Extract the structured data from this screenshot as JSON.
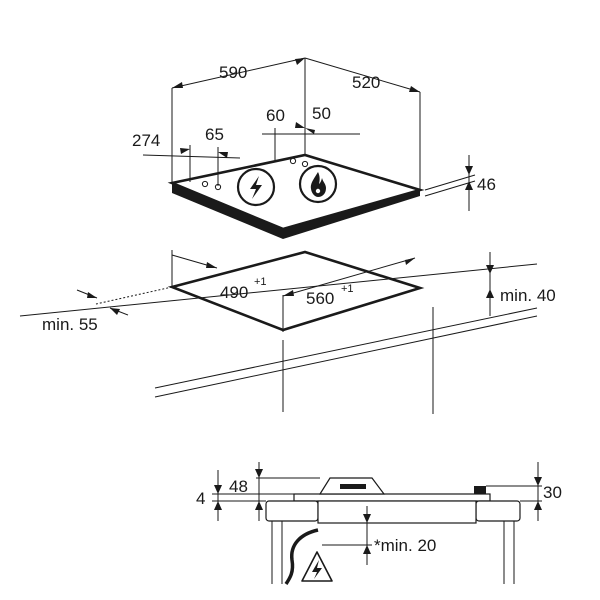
{
  "dimensions": {
    "hob_width": "590",
    "hob_depth": "520",
    "rear_offset": "274",
    "control_offset": "65",
    "burner_gap_left": "60",
    "burner_gap_right": "50",
    "hob_height": "46",
    "cutout_depth": "490",
    "cutout_depth_tol": "+1",
    "cutout_width": "560",
    "cutout_width_tol": "+1",
    "min_front": "min. 55",
    "min_right": "min. 40",
    "section_left_small": "4",
    "section_left": "48",
    "section_right": "30",
    "section_below": "*min. 20"
  },
  "icons": {
    "electric": "electric-bolt-icon",
    "gas": "gas-flame-icon",
    "warning": "electrical-hazard-warning-icon"
  }
}
